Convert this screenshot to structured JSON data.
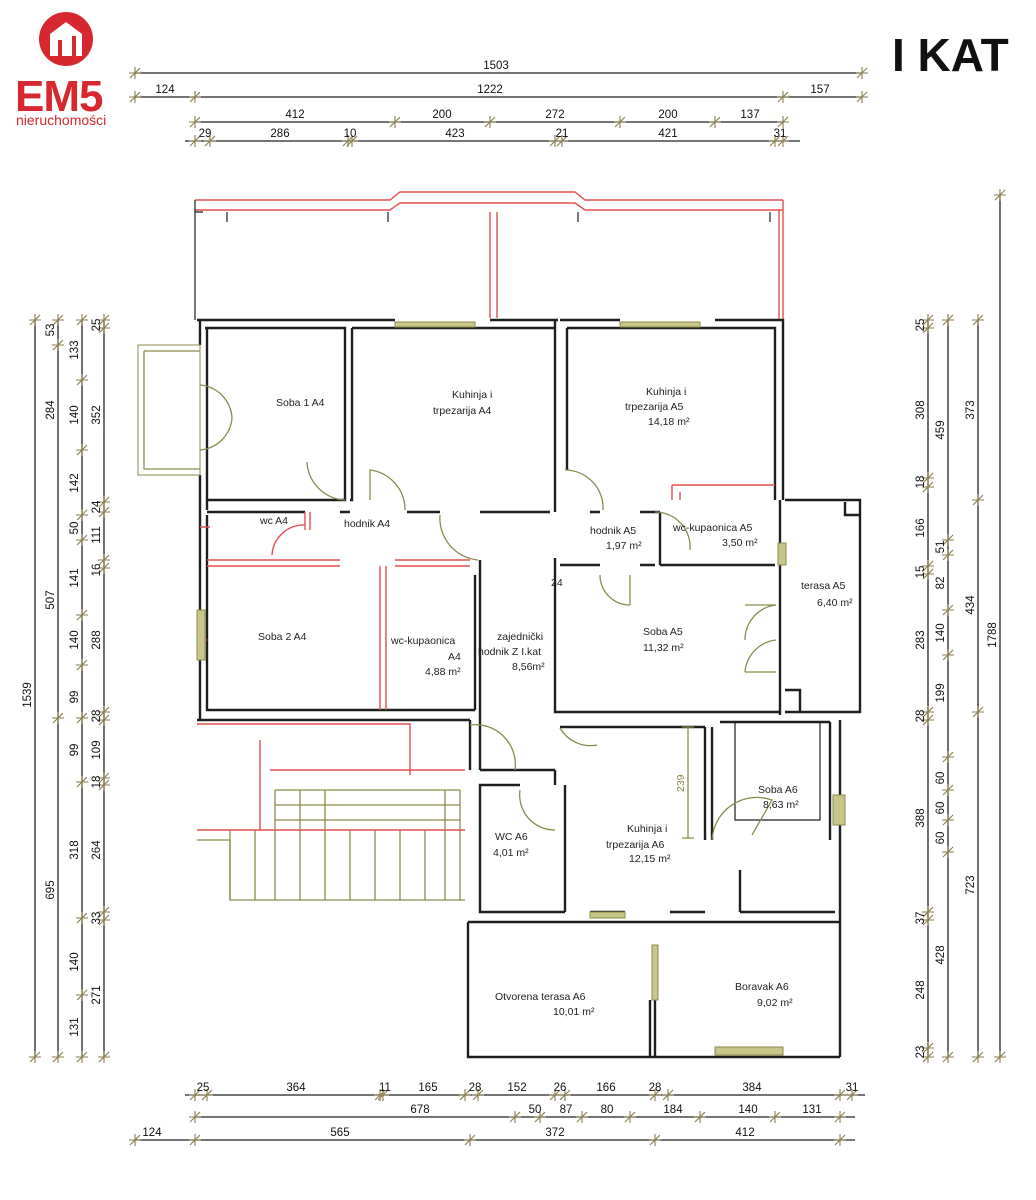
{
  "logo": {
    "brand": "EM5",
    "subtitle": "nieruchomości",
    "color": "#d7282f"
  },
  "title": "I KAT",
  "colors": {
    "walls": "#1e1e1e",
    "new_walls": "#e2504f",
    "doors_windows": "#8b8a4c"
  },
  "rooms": {
    "soba1_a4": {
      "lines": [
        "Soba 1 A4"
      ]
    },
    "kuhinja_a4": {
      "lines": [
        "Kuhinja i",
        "trpezarija A4"
      ]
    },
    "kuhinja_a5": {
      "lines": [
        "Kuhinja i",
        "trpezarija A5",
        "14,18 m²"
      ]
    },
    "wc_a4": {
      "lines": [
        "wc A4"
      ]
    },
    "hodnik_a4": {
      "lines": [
        "hodnik A4"
      ]
    },
    "hodnik_a5": {
      "lines": [
        "hodnik A5",
        "1,97 m²"
      ]
    },
    "wc_kup_a5": {
      "lines": [
        "wc-kupaonica A5",
        "3,50 m²"
      ]
    },
    "terasa_a5": {
      "lines": [
        "terasa A5",
        "6,40 m²"
      ]
    },
    "soba2_a4": {
      "lines": [
        "Soba 2 A4"
      ]
    },
    "wc_kup_a4": {
      "lines": [
        "wc-kupaonica",
        "A4",
        "4,88 m²"
      ]
    },
    "zajednicki": {
      "lines": [
        "zajednički",
        "hodnik Z I.kat",
        "8,56m²"
      ]
    },
    "soba_a5": {
      "lines": [
        "Soba A5",
        "11,32 m²"
      ]
    },
    "soba_a6": {
      "lines": [
        "Soba A6",
        "8,63 m²"
      ]
    },
    "wc_a6": {
      "lines": [
        "WC A6",
        "4,01 m²"
      ]
    },
    "kuhinja_a6": {
      "lines": [
        "Kuhinja i",
        "trpezarija A6",
        "12,15 m²"
      ]
    },
    "terasa_a6": {
      "lines": [
        "Otvorena terasa A6",
        "10,01 m²"
      ]
    },
    "boravak_a6": {
      "lines": [
        "Boravak A6",
        "9,02 m²"
      ]
    }
  },
  "inner_dims": {
    "kitchen_a6_depth": "239",
    "corridor_wall": "24"
  },
  "dimensions": {
    "top": [
      [
        "1503"
      ],
      [
        "124",
        "1222",
        "157"
      ],
      [
        "412",
        "200",
        "272",
        "200",
        "137"
      ],
      [
        "29",
        "286",
        "10",
        "423",
        "21",
        "421",
        "31"
      ]
    ],
    "left": [
      [
        "1539"
      ],
      [
        "53",
        "284",
        "507",
        "695"
      ],
      [
        "133",
        "140",
        "142",
        "50",
        "141",
        "140",
        "99",
        "99",
        "318",
        "140",
        "131"
      ],
      [
        "25",
        "352",
        "24",
        "111",
        "16",
        "288",
        "28",
        "109",
        "18",
        "264",
        "33",
        "271"
      ]
    ],
    "right": [
      [
        "25",
        "308",
        "18",
        "166",
        "15",
        "283",
        "28",
        "388",
        "37",
        "248",
        "23"
      ],
      [
        "459",
        "51",
        "82",
        "140",
        "199",
        "60",
        "60",
        "60",
        "428"
      ],
      [
        "373",
        "434",
        "723"
      ],
      [
        "1788"
      ]
    ],
    "bottom": [
      [
        "25",
        "364",
        "11",
        "165",
        "28",
        "152",
        "26",
        "166",
        "28",
        "384",
        "31"
      ],
      [
        "678",
        "50",
        "87",
        "80",
        "184",
        "140",
        "131"
      ],
      [
        "124",
        "565",
        "372",
        "412"
      ]
    ]
  }
}
